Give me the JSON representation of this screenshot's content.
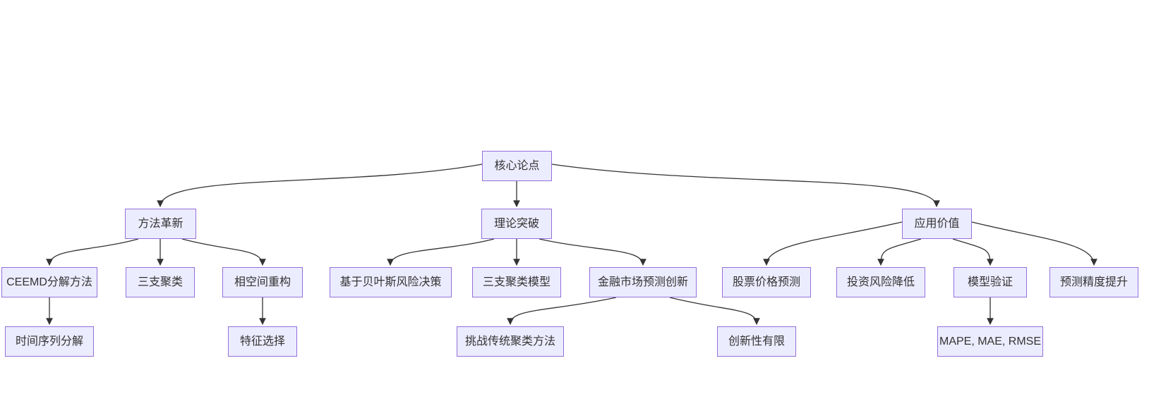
{
  "diagram": {
    "type": "flowchart",
    "direction": "top-down",
    "colors": {
      "background": "#ffffff",
      "node_fill": "#ECECFF",
      "node_border": "#9370DB",
      "node_text": "#333333",
      "edge_line": "#333333"
    },
    "nodes": {
      "core": {
        "label": "核心论点"
      },
      "method": {
        "label": "方法革新"
      },
      "theory": {
        "label": "理论突破"
      },
      "application": {
        "label": "应用价值"
      },
      "ceemd": {
        "label": "CEEMD分解方法"
      },
      "threeway": {
        "label": "三支聚类"
      },
      "phase": {
        "label": "相空间重构"
      },
      "bayes": {
        "label": "基于贝叶斯风险决策"
      },
      "twcmodel": {
        "label": "三支聚类模型"
      },
      "finance": {
        "label": "金融市场预测创新"
      },
      "stock": {
        "label": "股票价格预测"
      },
      "risk": {
        "label": "投资风险降低"
      },
      "validation": {
        "label": "模型验证"
      },
      "accuracy": {
        "label": "预测精度提升"
      },
      "timeseries": {
        "label": "时间序列分解"
      },
      "feature": {
        "label": "特征选择"
      },
      "challenge": {
        "label": "挑战传统聚类方法"
      },
      "limited": {
        "label": "创新性有限"
      },
      "metrics": {
        "label": "MAPE, MAE, RMSE"
      }
    },
    "edges": [
      {
        "from": "core",
        "to": "method"
      },
      {
        "from": "core",
        "to": "theory"
      },
      {
        "from": "core",
        "to": "application"
      },
      {
        "from": "method",
        "to": "ceemd"
      },
      {
        "from": "method",
        "to": "threeway"
      },
      {
        "from": "method",
        "to": "phase"
      },
      {
        "from": "ceemd",
        "to": "timeseries"
      },
      {
        "from": "phase",
        "to": "feature"
      },
      {
        "from": "theory",
        "to": "bayes"
      },
      {
        "from": "theory",
        "to": "twcmodel"
      },
      {
        "from": "theory",
        "to": "finance"
      },
      {
        "from": "finance",
        "to": "challenge"
      },
      {
        "from": "finance",
        "to": "limited"
      },
      {
        "from": "application",
        "to": "stock"
      },
      {
        "from": "application",
        "to": "risk"
      },
      {
        "from": "application",
        "to": "validation"
      },
      {
        "from": "application",
        "to": "accuracy"
      },
      {
        "from": "validation",
        "to": "metrics"
      }
    ]
  }
}
